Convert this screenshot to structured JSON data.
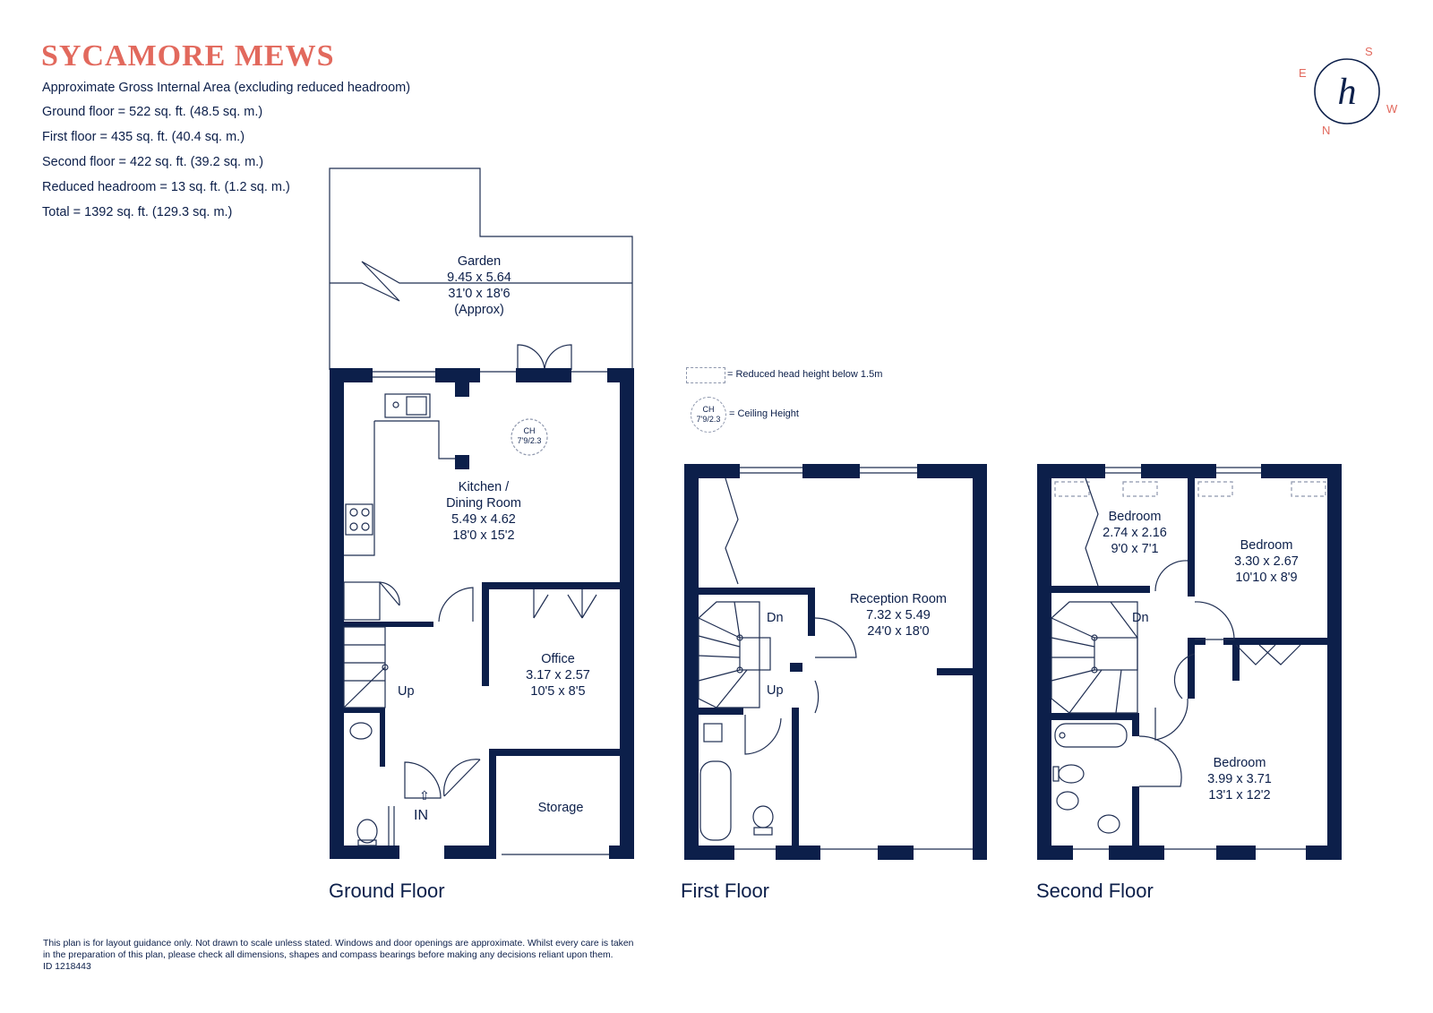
{
  "header": {
    "title": "SYCAMORE MEWS",
    "area_lines": [
      "Approximate Gross Internal Area (excluding reduced headroom)",
      "Ground floor = 522 sq. ft. (48.5 sq. m.)",
      "First floor = 435 sq. ft. (40.4 sq. m.)",
      "Second floor = 422 sq. ft. (39.2 sq. m.)",
      "Reduced headroom = 13 sq. ft. (1.2 sq. m.)",
      "Total = 1392 sq. ft. (129.3 sq. m.)"
    ]
  },
  "compass": {
    "s": "S",
    "e": "E",
    "w": "W",
    "n": "N",
    "logo": "h"
  },
  "legend": {
    "reduced": "= Reduced head height below 1.5m",
    "ceiling": "= Ceiling Height",
    "ch_label": "CH",
    "ch_value": "7'9/2.3"
  },
  "rooms": {
    "garden": [
      "Garden",
      "9.45 x 5.64",
      "31'0 x 18'6",
      "(Approx)"
    ],
    "kitchen": [
      "Kitchen /",
      "Dining Room",
      "5.49 x 4.62",
      "18'0 x 15'2"
    ],
    "office": [
      "Office",
      "3.17 x 2.57",
      "10'5 x 8'5"
    ],
    "storage": [
      "Storage"
    ],
    "reception": [
      "Reception Room",
      "7.32 x 5.49",
      "24'0 x 18'0"
    ],
    "bedroom_small": [
      "Bedroom",
      "2.74 x 2.16",
      "9'0 x 7'1"
    ],
    "bedroom_mid": [
      "Bedroom",
      "3.30 x 2.67",
      "10'10 x 8'9"
    ],
    "bedroom_large": [
      "Bedroom",
      "3.99 x 3.71",
      "13'1 x 12'2"
    ]
  },
  "stairs": {
    "up": "Up",
    "dn": "Dn",
    "in": "IN"
  },
  "floors": {
    "ground": "Ground Floor",
    "first": "First Floor",
    "second": "Second Floor"
  },
  "disclaimer": [
    "This plan is for layout guidance only. Not drawn to scale unless stated. Windows and door openings are approximate. Whilst every care is taken",
    "in the preparation of this plan, please check all dimensions, shapes and compass bearings before making any decisions reliant upon them.",
    "ID 1218443"
  ],
  "colors": {
    "wall": "#0c1f4a",
    "accent": "#e2695d",
    "line": "#1f2e52"
  }
}
